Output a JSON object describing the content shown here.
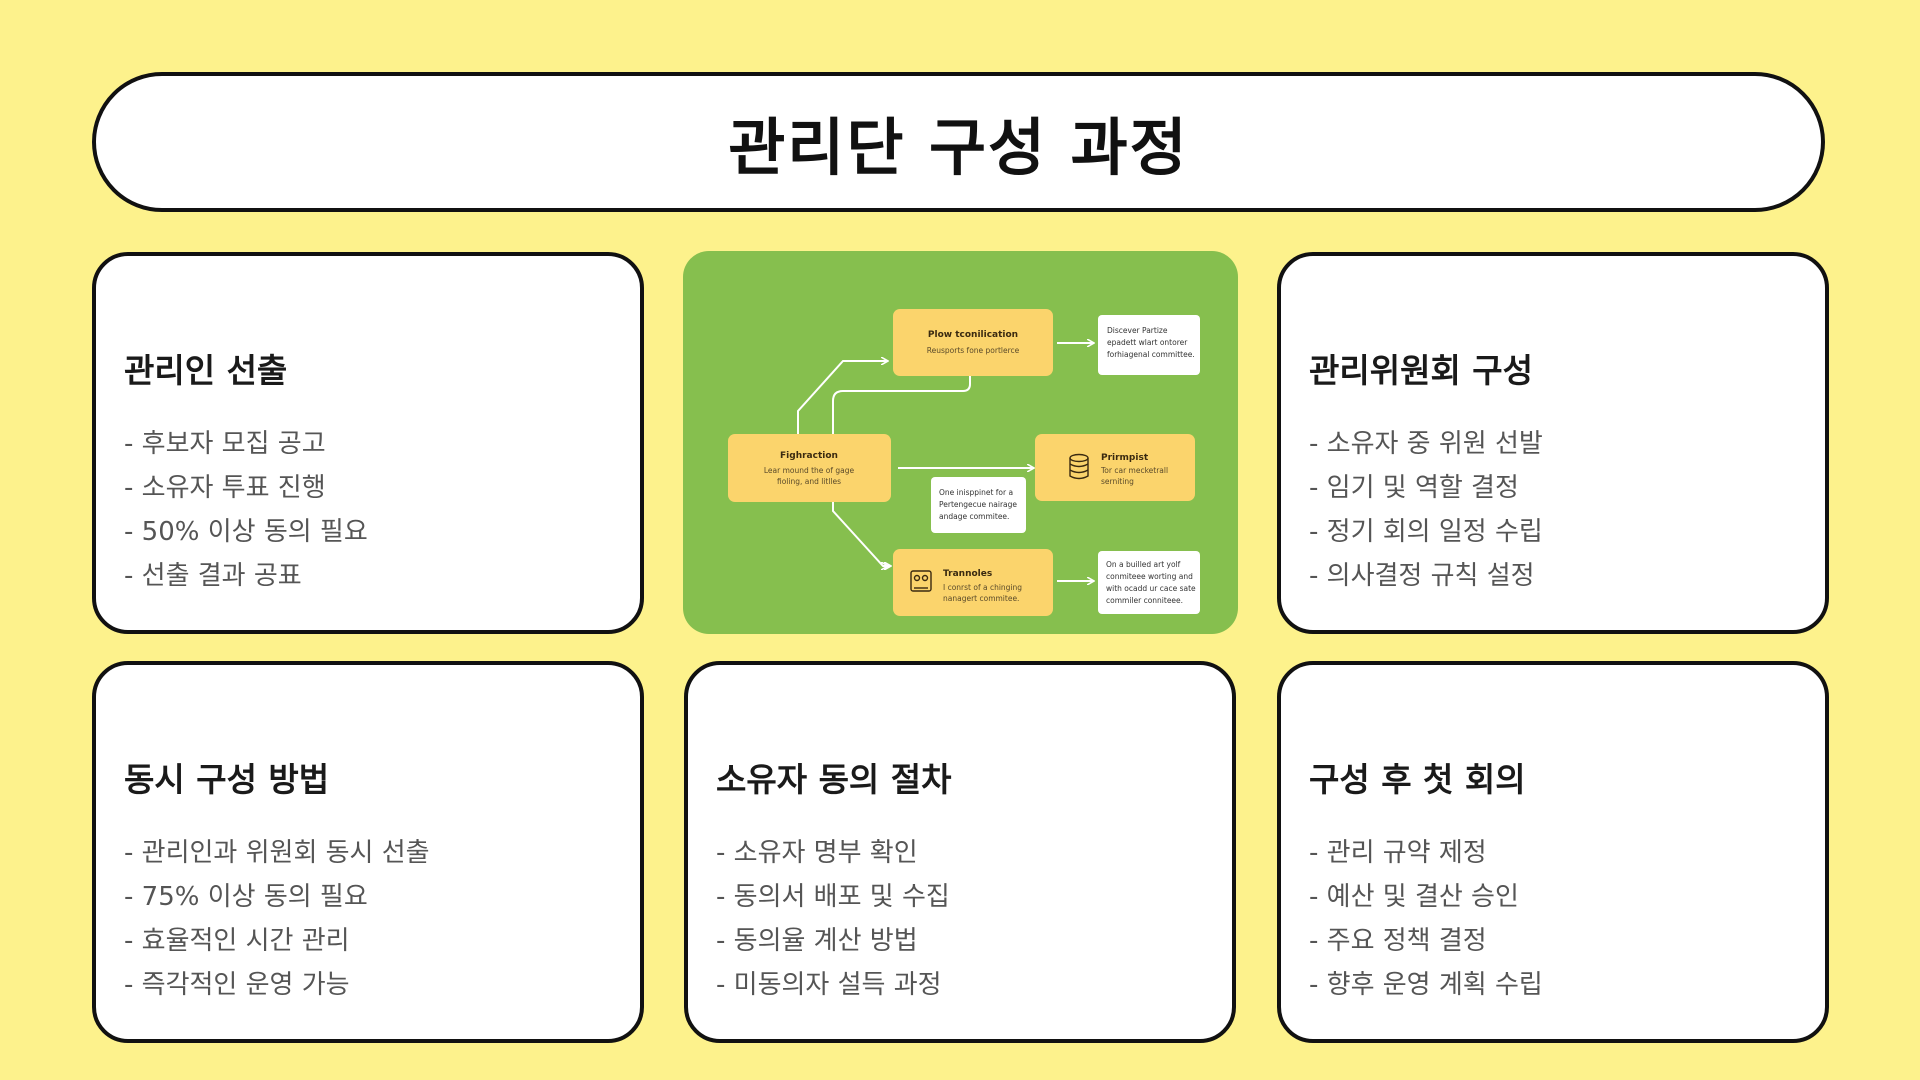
{
  "title": "관리단 구성 과정",
  "cards": [
    {
      "heading": "관리인 선출",
      "items": [
        "후보자 모집 공고",
        "소유자 투표 진행",
        "50% 이상 동의 필요",
        "선출 결과 공표"
      ]
    },
    {
      "heading": "관리위원회 구성",
      "items": [
        "소유자 중 위원 선발",
        "임기 및 역할 결정",
        "정기 회의 일정 수립",
        "의사결정 규칙 설정"
      ]
    },
    {
      "heading": "동시 구성 방법",
      "items": [
        "관리인과 위원회 동시 선출",
        "75% 이상 동의 필요",
        "효율적인 시간 관리",
        "즉각적인 운영 가능"
      ]
    },
    {
      "heading": "소유자 동의 절차",
      "items": [
        "소유자 명부 확인",
        "동의서 배포 및 수집",
        "동의율 계산 방법",
        "미동의자 설득 과정"
      ]
    },
    {
      "heading": "구성 후 첫 회의",
      "items": [
        "관리 규약 제정",
        "예산 및 결산 승인",
        "주요 정책 결정",
        "향후 운영 계획 수립"
      ]
    }
  ],
  "diagram": {
    "nodes": {
      "left": {
        "title": "Fighraction",
        "lines": [
          "Lear mound the of gage",
          "fioling, and litlles"
        ]
      },
      "top": {
        "title": "Plow tconilication",
        "lines": [
          "Reusports fone portlerce"
        ]
      },
      "middle": {
        "title": "Prirmpist",
        "lines": [
          "Tor car mecketrall",
          "serniting"
        ]
      },
      "bottom": {
        "title": "Trannoles",
        "lines": [
          "I conrst of a chinging",
          "nanagert commitee."
        ]
      }
    },
    "notes": {
      "top": [
        "Discever Partize",
        "epadett wlart ontorer",
        "forhiagenal committee."
      ],
      "center": [
        "One inisppinet for a",
        "Pertengecue nairage",
        "andage commitee."
      ],
      "bottom": [
        "On a builled art yolf",
        "conmiteee worting and",
        "with ocadd ur cace sate",
        "commiler conniteee."
      ]
    },
    "colors": {
      "background": "#86bf4e",
      "node": "#fbd46c",
      "note": "#ffffff",
      "connector": "#ffffff"
    }
  }
}
